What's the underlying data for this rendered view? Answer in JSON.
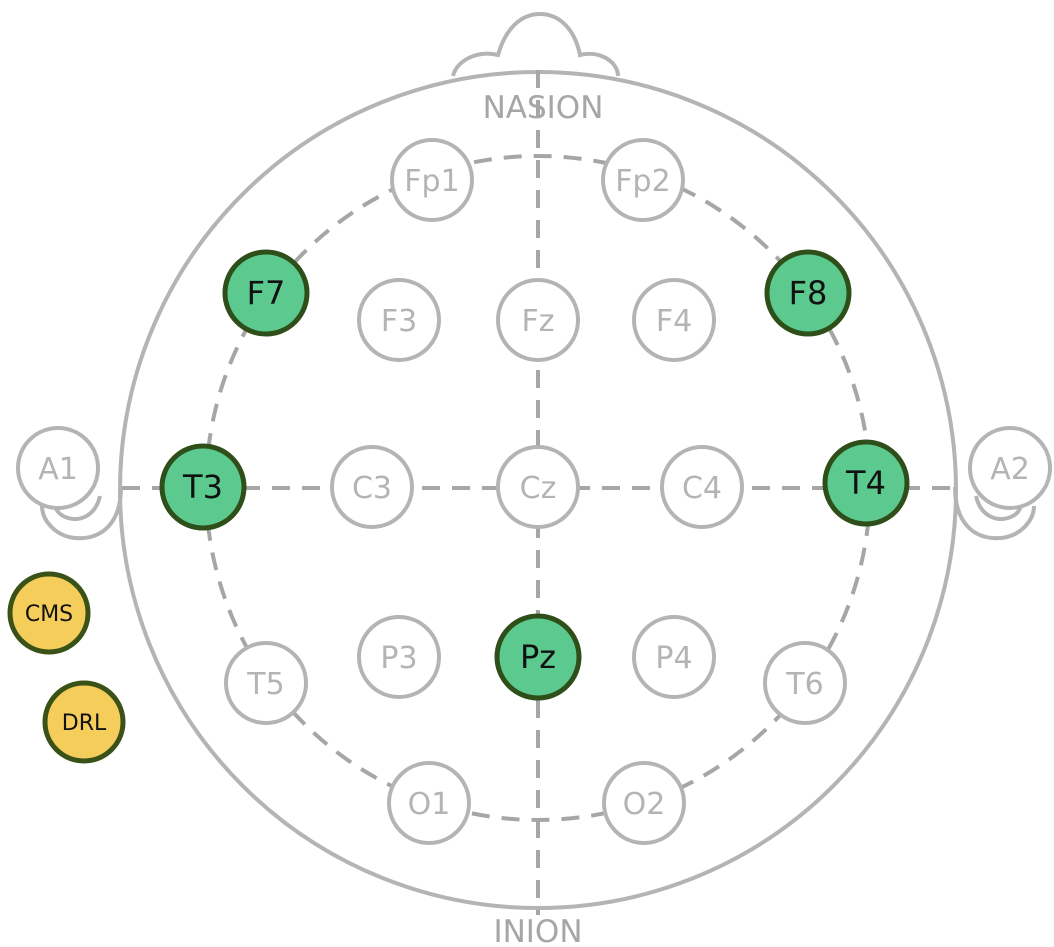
{
  "orientation": {
    "top": "NASION",
    "bottom": "INION"
  },
  "colors": {
    "outline": "#b4b4b4",
    "guide": "#a6a6a6",
    "active_fill": "#5cc98e",
    "active_stroke": "#2f4f1a",
    "reference_fill": "#f5cd5a",
    "reference_stroke": "#3a5218",
    "inactive_fill": "#ffffff"
  },
  "electrodes": [
    {
      "id": "Fp1",
      "label": "Fp1",
      "state": "inactive"
    },
    {
      "id": "Fp2",
      "label": "Fp2",
      "state": "inactive"
    },
    {
      "id": "F7",
      "label": "F7",
      "state": "active"
    },
    {
      "id": "F3",
      "label": "F3",
      "state": "inactive"
    },
    {
      "id": "Fz",
      "label": "Fz",
      "state": "inactive"
    },
    {
      "id": "F4",
      "label": "F4",
      "state": "inactive"
    },
    {
      "id": "F8",
      "label": "F8",
      "state": "active"
    },
    {
      "id": "A1",
      "label": "A1",
      "state": "inactive"
    },
    {
      "id": "T3",
      "label": "T3",
      "state": "active"
    },
    {
      "id": "C3",
      "label": "C3",
      "state": "inactive"
    },
    {
      "id": "Cz",
      "label": "Cz",
      "state": "inactive"
    },
    {
      "id": "C4",
      "label": "C4",
      "state": "inactive"
    },
    {
      "id": "T4",
      "label": "T4",
      "state": "active"
    },
    {
      "id": "A2",
      "label": "A2",
      "state": "inactive"
    },
    {
      "id": "T5",
      "label": "T5",
      "state": "inactive"
    },
    {
      "id": "P3",
      "label": "P3",
      "state": "inactive"
    },
    {
      "id": "Pz",
      "label": "Pz",
      "state": "active"
    },
    {
      "id": "P4",
      "label": "P4",
      "state": "inactive"
    },
    {
      "id": "T6",
      "label": "T6",
      "state": "inactive"
    },
    {
      "id": "O1",
      "label": "O1",
      "state": "inactive"
    },
    {
      "id": "O2",
      "label": "O2",
      "state": "inactive"
    },
    {
      "id": "CMS",
      "label": "CMS",
      "state": "reference"
    },
    {
      "id": "DRL",
      "label": "DRL",
      "state": "reference"
    }
  ]
}
